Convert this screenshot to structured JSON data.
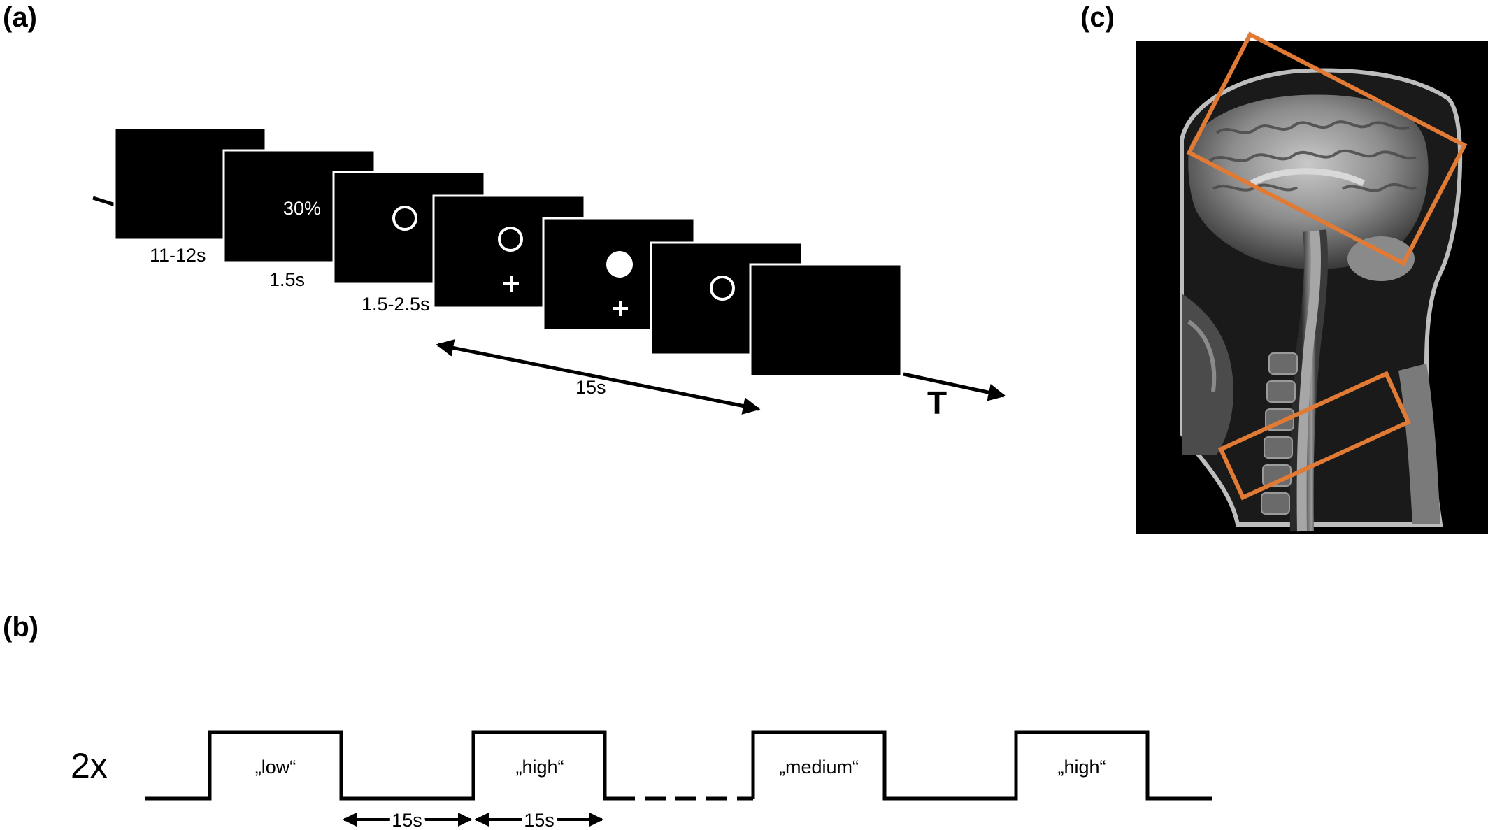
{
  "panels": {
    "a": {
      "label": "(a)",
      "screen_texts": {
        "percent": "30%"
      },
      "durations": {
        "d1": "11-12s",
        "d2": "1.5s",
        "d3": "1.5-2.5s",
        "span": "15s"
      },
      "time_axis_label": "T"
    },
    "b": {
      "label": "(b)",
      "repeat_label": "2x",
      "conditions": [
        "„low“",
        "„high“",
        "„medium“",
        "„high“"
      ],
      "intervals": [
        "15s",
        "15s"
      ]
    },
    "c": {
      "label": "(c)",
      "box_color": "#e07a35"
    }
  }
}
